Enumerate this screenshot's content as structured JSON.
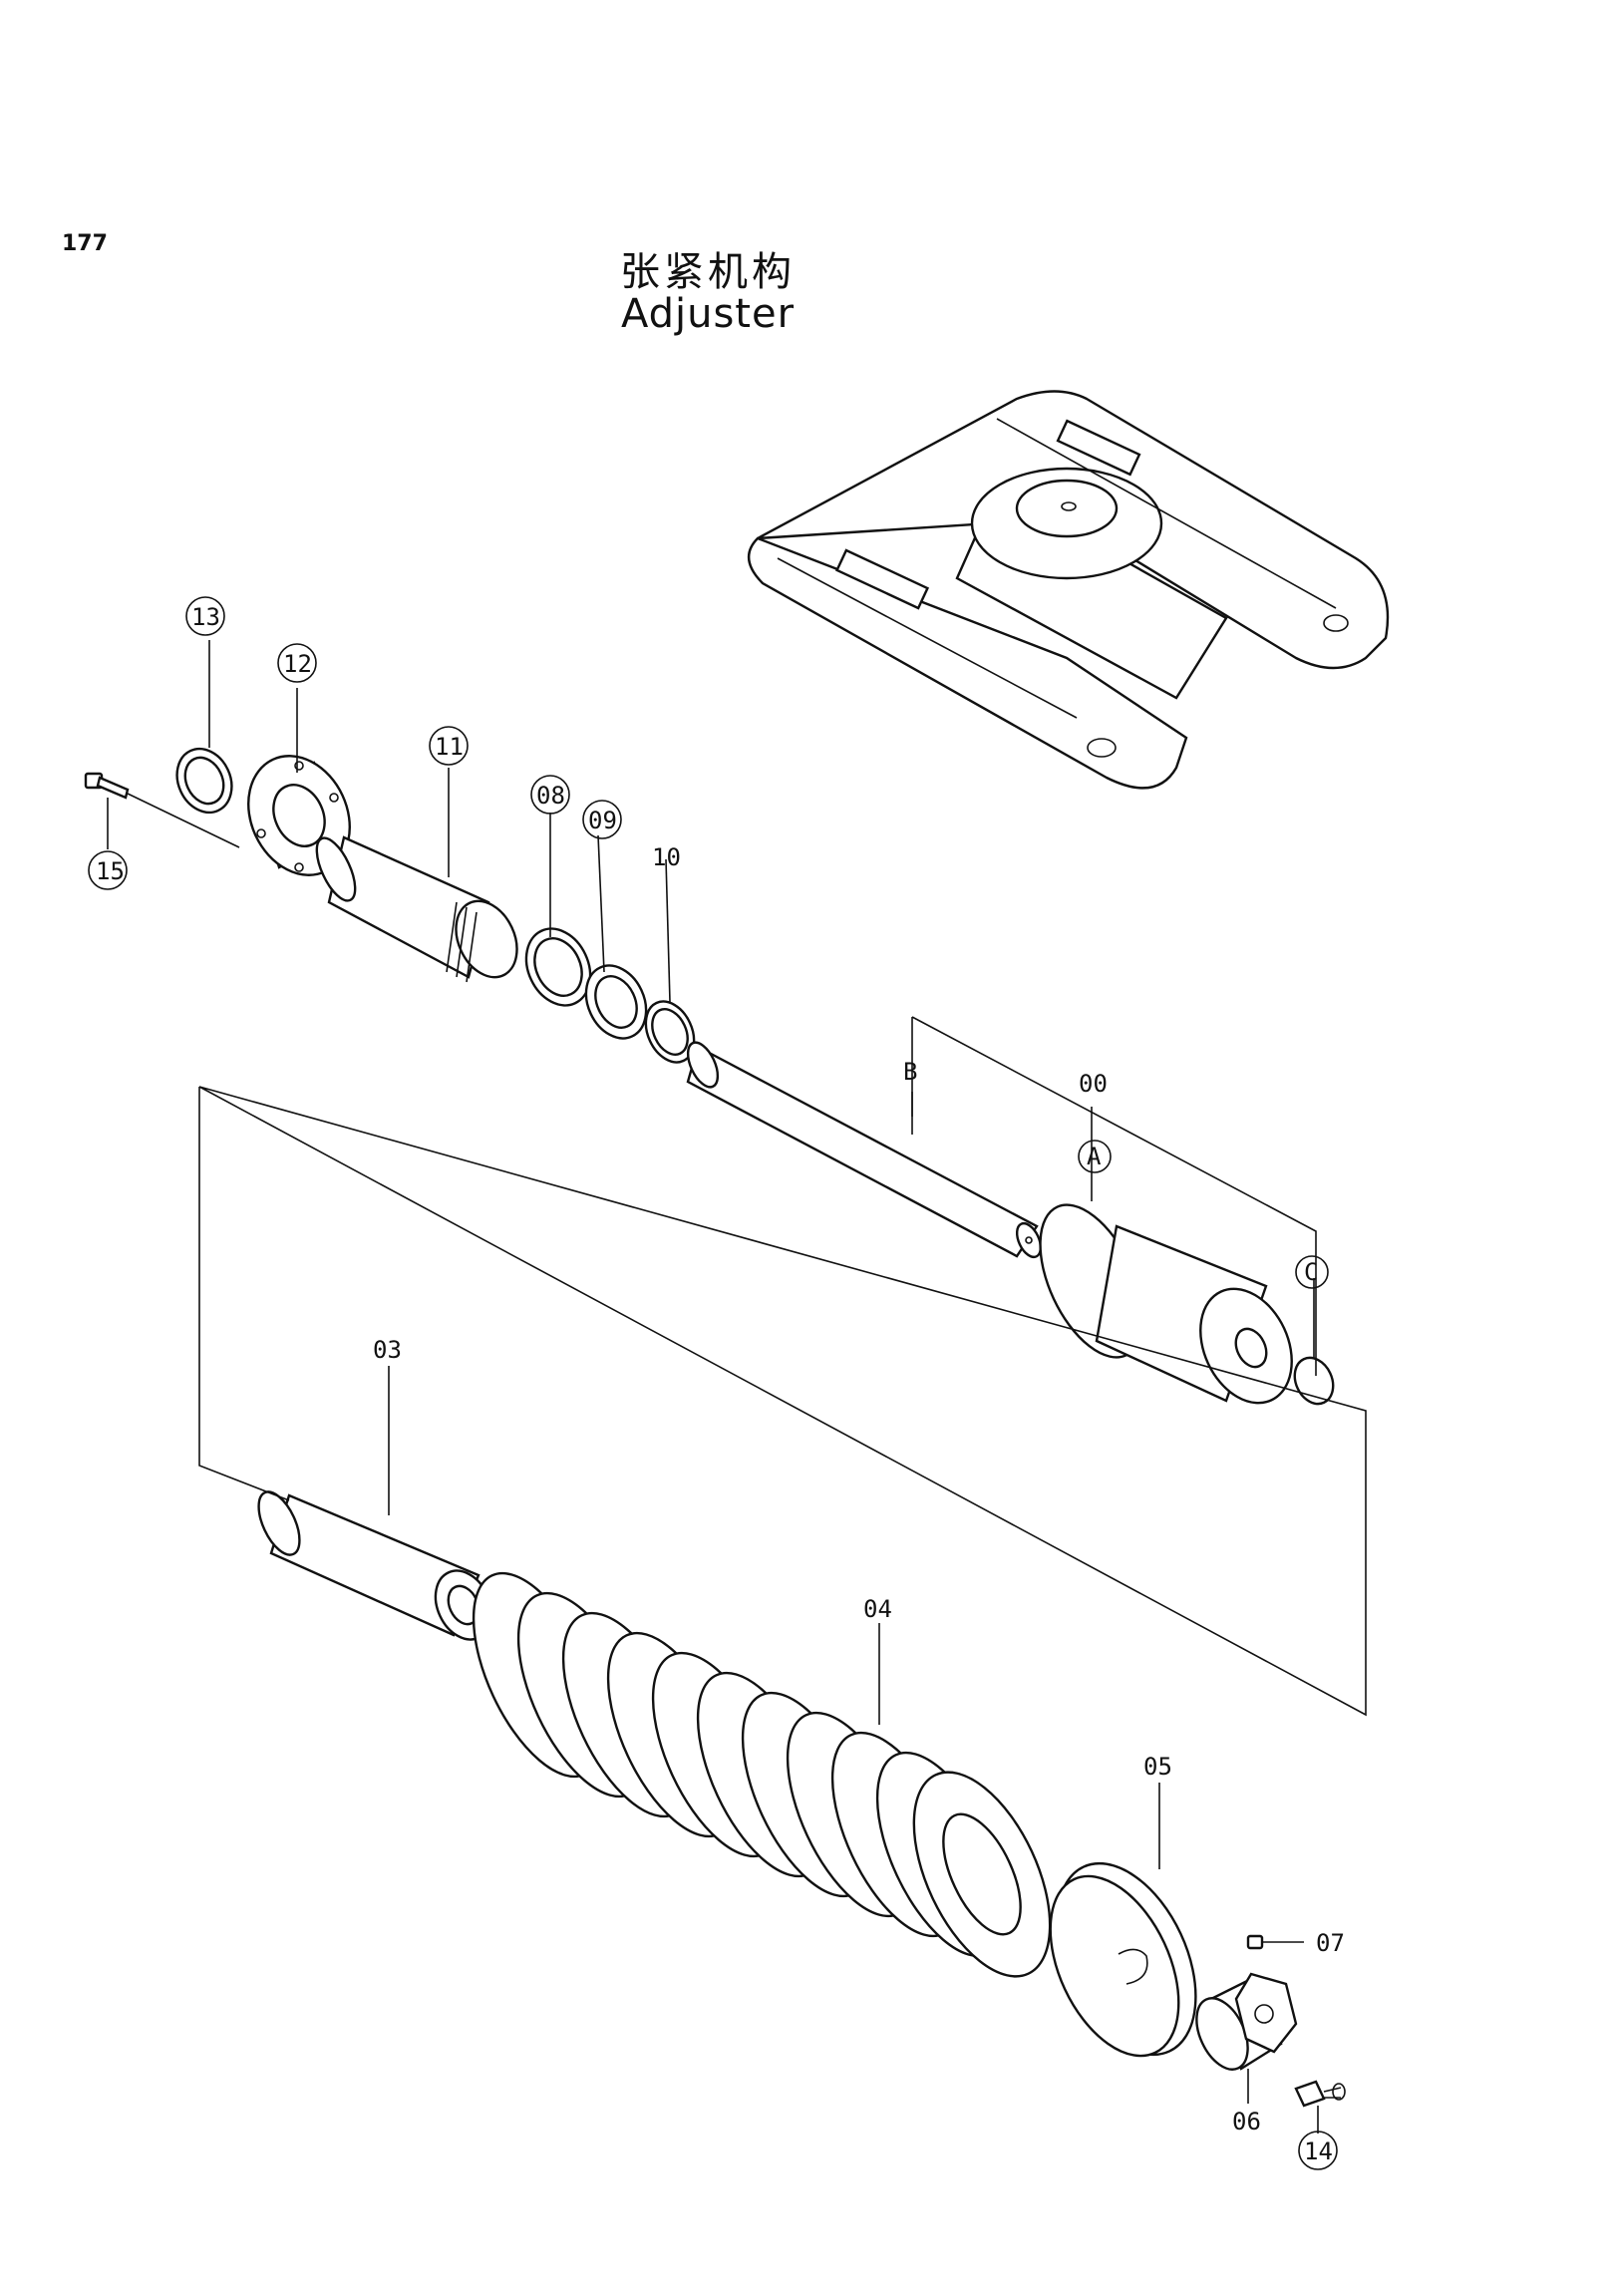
{
  "page_number": "177",
  "title_cn": "张紧机构",
  "title_en": "Adjuster",
  "parts": [
    {
      "id": "p00",
      "label": "00"
    },
    {
      "id": "p03",
      "label": "03"
    },
    {
      "id": "p04",
      "label": "04"
    },
    {
      "id": "p05",
      "label": "05"
    },
    {
      "id": "p06",
      "label": "06"
    },
    {
      "id": "p07",
      "label": "07"
    },
    {
      "id": "p08",
      "label": "08"
    },
    {
      "id": "p09",
      "label": "09"
    },
    {
      "id": "p10",
      "label": "10"
    },
    {
      "id": "p11",
      "label": "11"
    },
    {
      "id": "p12",
      "label": "12"
    },
    {
      "id": "p13",
      "label": "13"
    },
    {
      "id": "p14",
      "label": "14"
    },
    {
      "id": "p15",
      "label": "15"
    }
  ],
  "callouts": {
    "a": "A",
    "b": "B",
    "c": "C"
  }
}
